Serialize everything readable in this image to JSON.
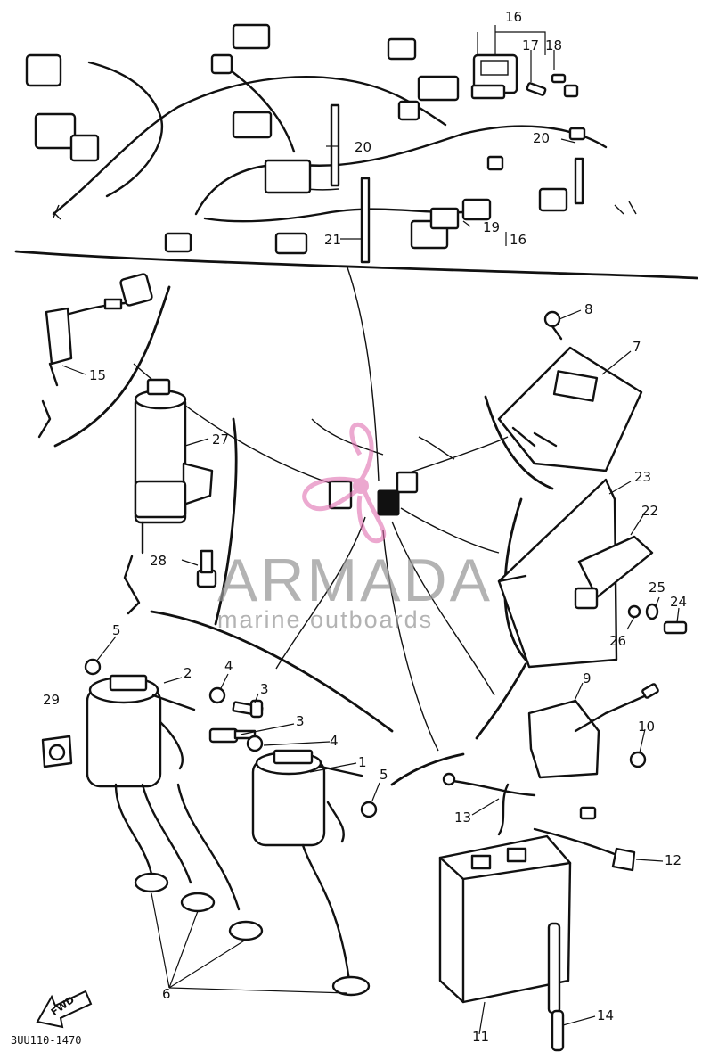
{
  "watermark": {
    "title": "ARMADA",
    "subtitle": "marine outboards",
    "logo_color": "#e070b0",
    "text_color": "#969696"
  },
  "drawing_code": "3UU110-1470",
  "fwd_label": "FWD",
  "callouts": [
    {
      "id": "c16a",
      "text": "16"
    },
    {
      "id": "c17",
      "text": "17"
    },
    {
      "id": "c18",
      "text": "18"
    },
    {
      "id": "c20a",
      "text": "20"
    },
    {
      "id": "c20b",
      "text": "20"
    },
    {
      "id": "c21",
      "text": "21"
    },
    {
      "id": "c19",
      "text": "19"
    },
    {
      "id": "c16b",
      "text": "16"
    },
    {
      "id": "c8",
      "text": "8"
    },
    {
      "id": "c7",
      "text": "7"
    },
    {
      "id": "c15",
      "text": "15"
    },
    {
      "id": "c27",
      "text": "27"
    },
    {
      "id": "c23",
      "text": "23"
    },
    {
      "id": "c22",
      "text": "22"
    },
    {
      "id": "c28",
      "text": "28"
    },
    {
      "id": "c25",
      "text": "25"
    },
    {
      "id": "c24",
      "text": "24"
    },
    {
      "id": "c26",
      "text": "26"
    },
    {
      "id": "c5a",
      "text": "5"
    },
    {
      "id": "c2",
      "text": "2"
    },
    {
      "id": "c4a",
      "text": "4"
    },
    {
      "id": "c3a",
      "text": "3"
    },
    {
      "id": "c29",
      "text": "29"
    },
    {
      "id": "c3b",
      "text": "3"
    },
    {
      "id": "c4b",
      "text": "4"
    },
    {
      "id": "c1",
      "text": "1"
    },
    {
      "id": "c5b",
      "text": "5"
    },
    {
      "id": "c9",
      "text": "9"
    },
    {
      "id": "c10",
      "text": "10"
    },
    {
      "id": "c13",
      "text": "13"
    },
    {
      "id": "c12",
      "text": "12"
    },
    {
      "id": "c6",
      "text": "6"
    },
    {
      "id": "c14",
      "text": "14"
    },
    {
      "id": "c11",
      "text": "11"
    }
  ]
}
